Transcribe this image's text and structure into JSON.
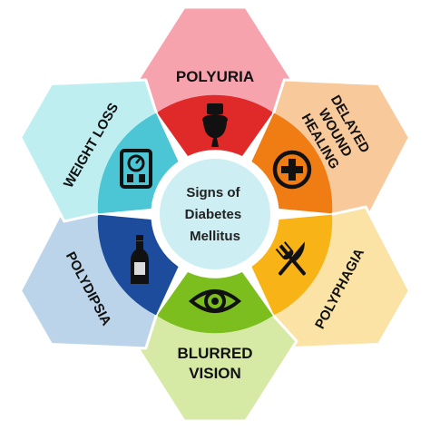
{
  "center": {
    "lines": [
      "Signs of",
      "Diabetes",
      "Mellitus"
    ],
    "fill": "#cdeff4",
    "stroke": "#ffffff"
  },
  "petals": [
    {
      "id": "polyuria",
      "lines": [
        "POLYURIA"
      ],
      "icon": "toilet-icon",
      "outer_color": "#f6a3ad",
      "inner_color": "#e02a2a"
    },
    {
      "id": "delayed-wound-healing",
      "lines": [
        "DELAYED",
        "WOUND",
        "HEALING"
      ],
      "icon": "first-aid-cross-icon",
      "outer_color": "#f8c99a",
      "inner_color": "#f07c14"
    },
    {
      "id": "polyphagia",
      "lines": [
        "POLYPHAGIA"
      ],
      "icon": "fork-knife-icon",
      "outer_color": "#fbe3a6",
      "inner_color": "#f8b316"
    },
    {
      "id": "blurred-vision",
      "lines": [
        "BLURRED",
        "VISION"
      ],
      "icon": "eye-icon",
      "outer_color": "#d6eaa6",
      "inner_color": "#7dbe1f"
    },
    {
      "id": "polydipsia",
      "lines": [
        "POLYDIPSIA"
      ],
      "icon": "bottle-icon",
      "outer_color": "#bcd4ea",
      "inner_color": "#1d4c9c"
    },
    {
      "id": "weight-loss",
      "lines": [
        "WEIGHT LOSS"
      ],
      "icon": "scale-icon",
      "outer_color": "#bfeef1",
      "inner_color": "#4cc6d4"
    }
  ],
  "icon_color": "#111111"
}
